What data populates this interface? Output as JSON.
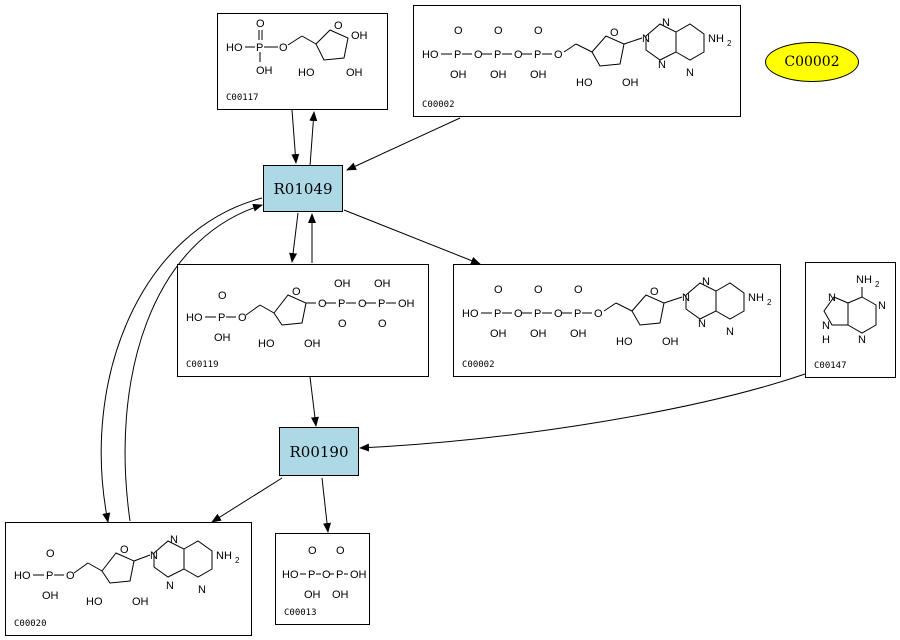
{
  "diagram": {
    "highlight": {
      "label": "C00002",
      "color": "#ffff00"
    },
    "reaction_color": "#add8e6",
    "reactions": [
      {
        "id": "R01049",
        "label": "R01049"
      },
      {
        "id": "R00190",
        "label": "R00190"
      }
    ],
    "compounds": [
      {
        "id": "C00117",
        "label": "C00117",
        "structure": "ribose-5-phosphate"
      },
      {
        "id": "C00002_top",
        "label": "C00002",
        "structure": "atp"
      },
      {
        "id": "C00119",
        "label": "C00119",
        "structure": "prpp"
      },
      {
        "id": "C00002_mid",
        "label": "C00002",
        "structure": "atp"
      },
      {
        "id": "C00147",
        "label": "C00147",
        "structure": "adenine"
      },
      {
        "id": "C00020",
        "label": "C00020",
        "structure": "amp"
      },
      {
        "id": "C00013",
        "label": "C00013",
        "structure": "pyrophosphate"
      }
    ],
    "atom_labels": {
      "ho": "HO",
      "oh": "OH",
      "o": "O",
      "p": "P",
      "n": "N",
      "h": "H",
      "nh2": "NH",
      "sub2": "2"
    }
  }
}
